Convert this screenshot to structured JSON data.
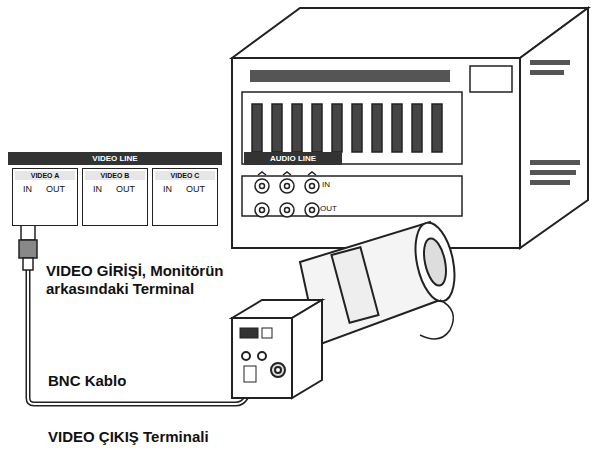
{
  "diagram": {
    "nodes": [
      {
        "text": [
          "VIDEO LINE"
        ]
      },
      {
        "text": [
          "VIDEO A",
          "IN",
          "OUT"
        ],
        "in": 0
      },
      {
        "text": [
          "VIDEO B",
          "IN",
          "OUT"
        ],
        "in": 0
      },
      {
        "text": [
          "VIDEO C",
          "IN",
          "OUT"
        ],
        "in": 0
      },
      {
        "text": [
          "AUDIO LINE",
          "IN",
          "OUT"
        ]
      }
    ],
    "labels": [
      "VIDEO GİRİŞİ, Monitörün arkasındaki Terminal",
      "BNC Kablo",
      "VIDEO ÇIKIŞ Terminali"
    ]
  }
}
